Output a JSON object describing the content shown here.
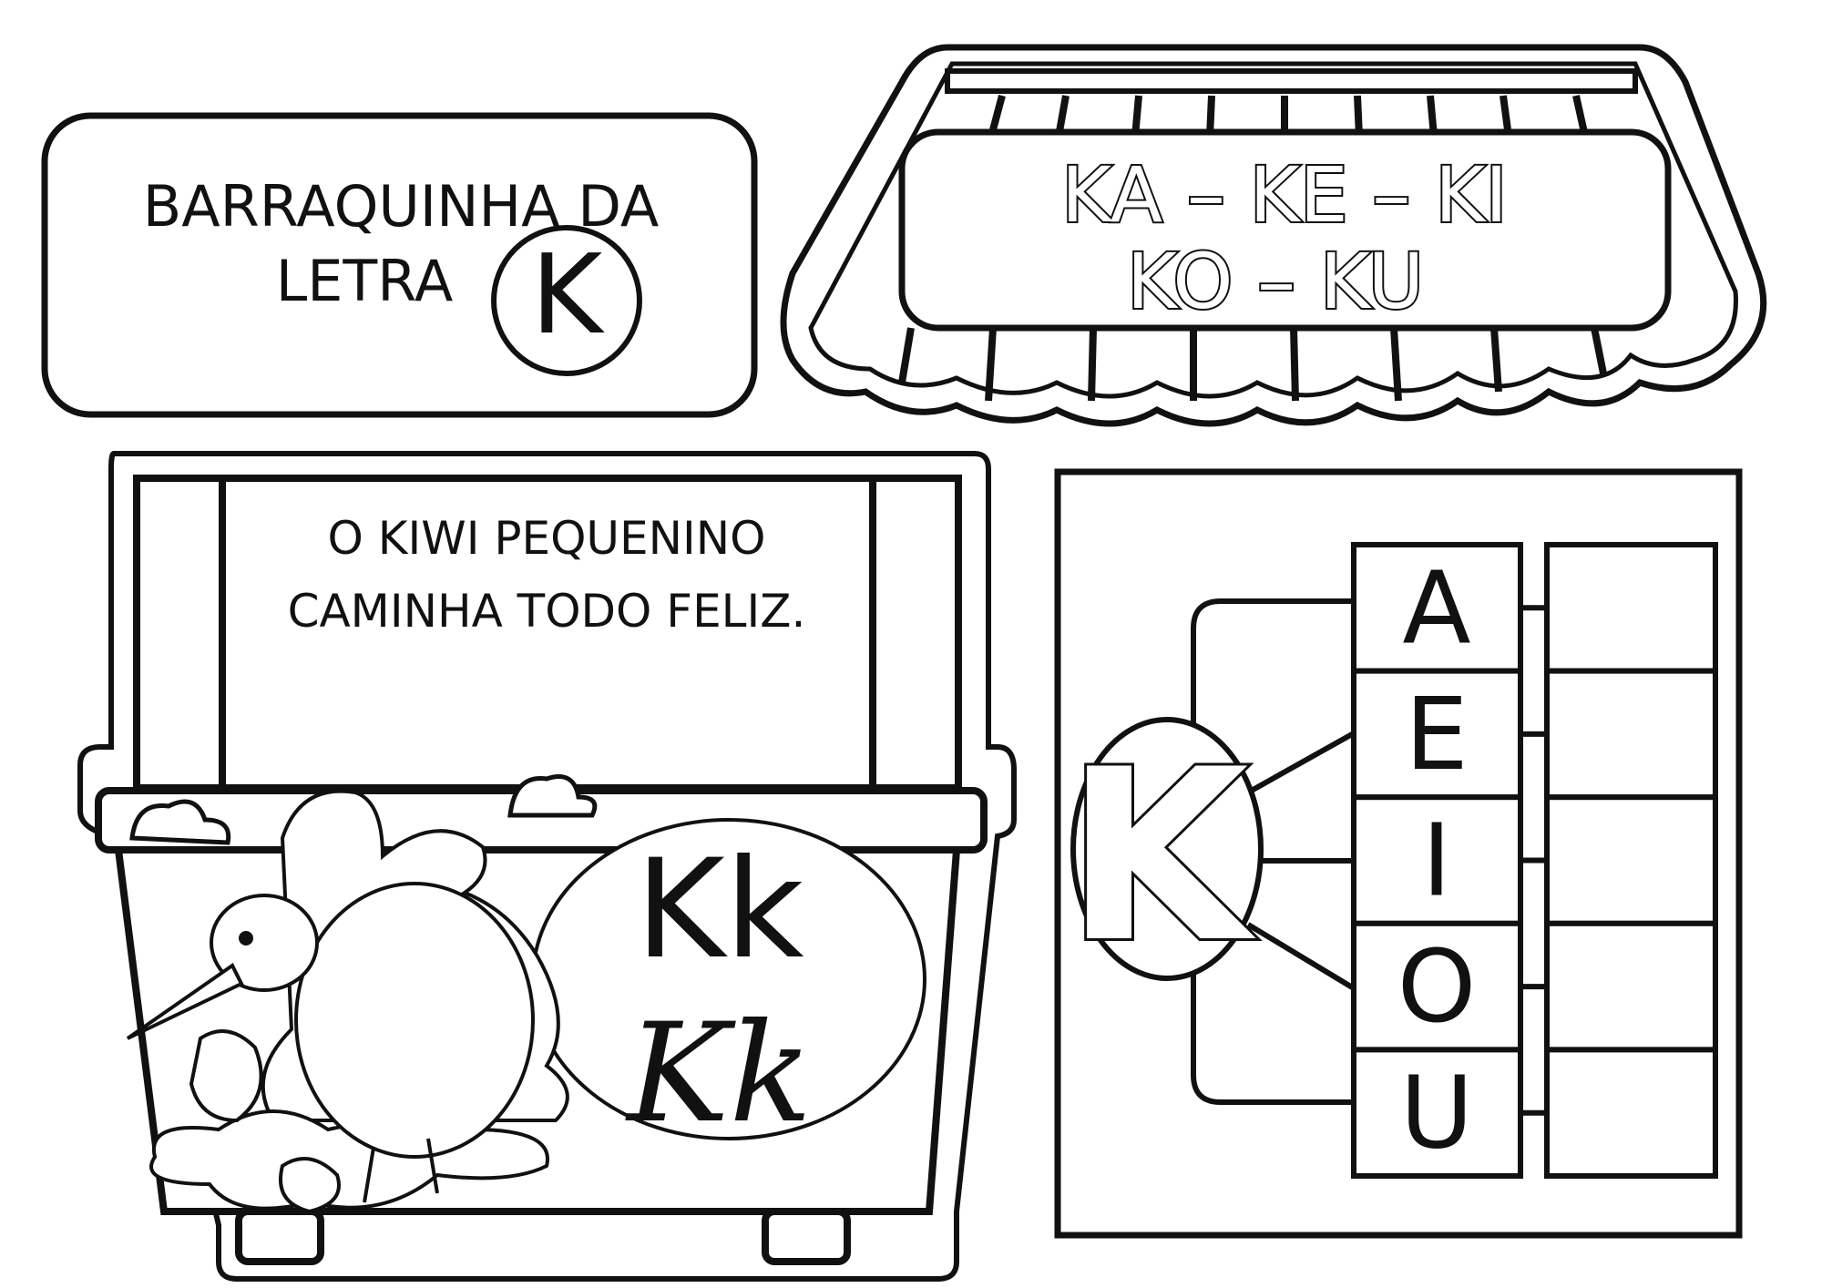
{
  "title_card": {
    "line1": "BARRAQUINHA DA",
    "line2": "LETRA",
    "letter": "K"
  },
  "awning_sign": {
    "line1": "KA – KE – KI",
    "line2": "KO – KU"
  },
  "stall": {
    "sentence_line1": "O KIWI PEQUENINO",
    "sentence_line2": "CAMINHA TODO FELIZ.",
    "print_letters": "Kk",
    "cursive_letters": "Kk"
  },
  "syllable_panel": {
    "consonant": "K",
    "vowels": [
      "A",
      "E",
      "I",
      "O",
      "U"
    ]
  },
  "colors": {
    "ink": "#111111",
    "paper": "#ffffff"
  }
}
